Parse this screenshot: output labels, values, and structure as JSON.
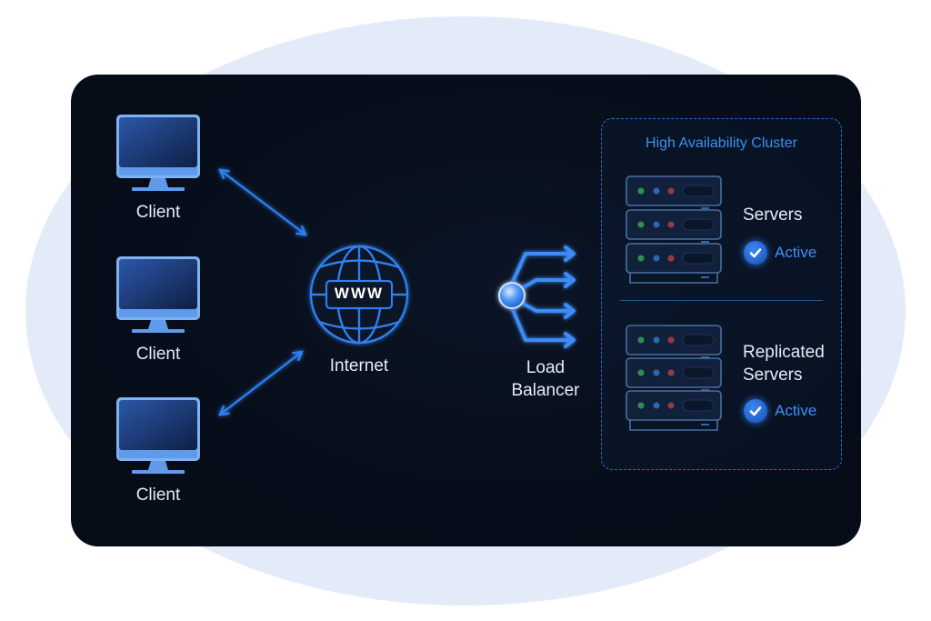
{
  "diagram": {
    "title": "High Availability Cluster",
    "clients": [
      {
        "label": "Client"
      },
      {
        "label": "Client"
      },
      {
        "label": "Client"
      }
    ],
    "internet": {
      "label": "Internet",
      "badge": "WWW"
    },
    "load_balancer": {
      "label_line1": "Load",
      "label_line2": "Balancer",
      "outputs": 4
    },
    "cluster": {
      "title": "High Availability Cluster",
      "groups": [
        {
          "label_line1": "Servers",
          "label_line2": "",
          "status": "Active",
          "status_icon": "check-circle-icon"
        },
        {
          "label_line1": "Replicated",
          "label_line2": "Servers",
          "status": "Active",
          "status_icon": "check-circle-icon"
        }
      ]
    },
    "server_leds": [
      "#3ecf5a",
      "#3f8ef5",
      "#e5474f"
    ],
    "colors": {
      "accent": "#2f7ff0",
      "panel": "#070d1a",
      "background_blob": "#e4ebf8",
      "label": "#e6ecf5"
    }
  }
}
